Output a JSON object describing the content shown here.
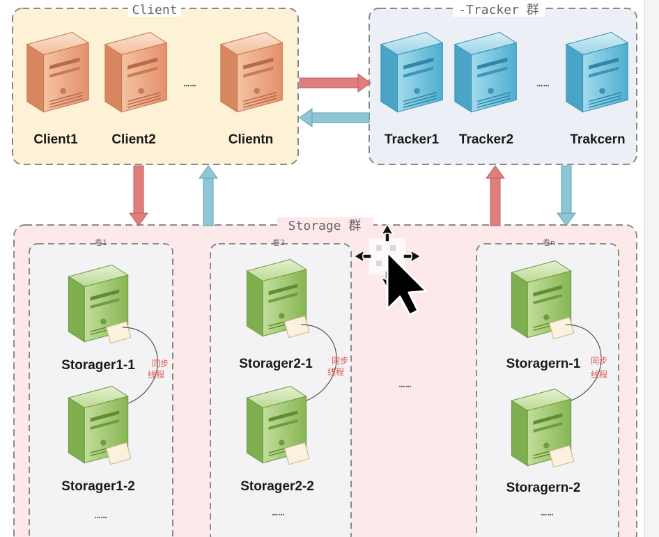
{
  "groups": {
    "client": "Client",
    "tracker": "-Tracker 群",
    "storage": "Storage 群"
  },
  "clients": [
    "Client1",
    "Client2",
    "Clientn"
  ],
  "trackers": [
    "Tracker1",
    "Tracker2",
    "Trakcern"
  ],
  "volumes": [
    {
      "label": "卷1",
      "top": "Storager1-1",
      "bottom": "Storager1-2"
    },
    {
      "label": "卷2",
      "top": "Storager2-1",
      "bottom": "Storager2-2"
    },
    {
      "label": "卷n",
      "top": "Storagern-1",
      "bottom": "Storagern-2"
    }
  ],
  "sync_label_line1": "同步",
  "sync_label_line2": "线程",
  "ellipsis": "……",
  "colors": {
    "client_box": "#fdf1d6",
    "tracker_box": "#eceff6",
    "storage_box": "#fde9ea",
    "volume_box": "#f3f3f5",
    "arrow_red": "#e07e7e",
    "arrow_blue": "#8fc6d6",
    "server_orange": "#eea87e",
    "server_blue": "#72c0dc",
    "server_green": "#9bc66a"
  },
  "icons": {
    "server": "server-icon",
    "cursor": "move-cursor-icon"
  }
}
